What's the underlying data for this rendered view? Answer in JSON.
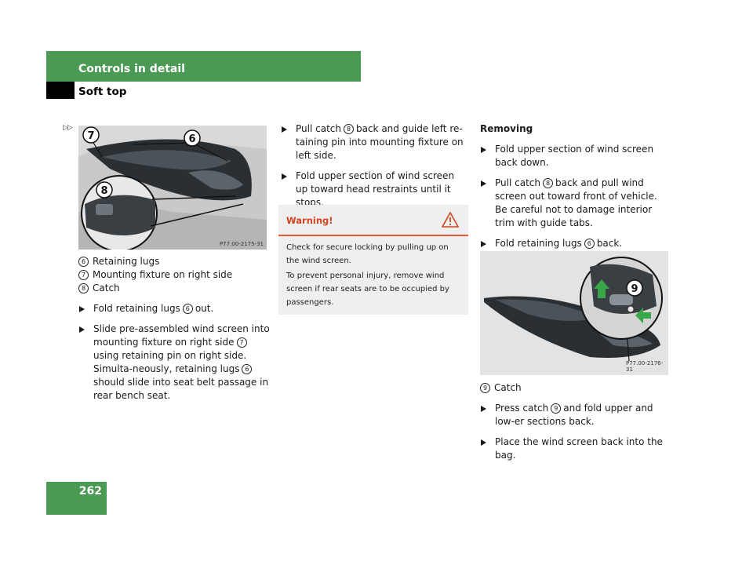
{
  "header": {
    "section": "Controls in detail",
    "subsection": "Soft top"
  },
  "page_number": "262",
  "continued_marker": "▷▷",
  "figure1": {
    "code": "P77.00-2175-31",
    "callouts": [
      "7",
      "6",
      "8"
    ]
  },
  "figure2": {
    "code": "P77.00-2176-31",
    "callouts": [
      "9"
    ]
  },
  "col1": {
    "legend": [
      {
        "num": "6",
        "text": "Retaining lugs"
      },
      {
        "num": "7",
        "text": "Mounting fixture on right side"
      },
      {
        "num": "8",
        "text": "Catch"
      }
    ],
    "step1": {
      "a": "Fold retaining lugs",
      "num": "6",
      "b": "out."
    },
    "step2": {
      "a": "Slide pre-assembled wind screen into mounting fixture on right side",
      "num1": "7",
      "b": "using retaining pin on right side. Simulta-neously, retaining lugs",
      "num2": "6",
      "c": "should slide into seat belt passage in rear bench seat."
    }
  },
  "col2": {
    "step1": {
      "a": "Pull catch",
      "num": "8",
      "b": "back and guide left re-taining pin into mounting fixture on left side."
    },
    "step2": {
      "text": "Fold upper section of wind screen up toward head restraints until it stops."
    },
    "warning": {
      "title": "Warning!",
      "p1": "Check for secure locking by pulling up on the wind screen.",
      "p2": "To prevent personal injury, remove wind screen if rear seats are to be occupied by passengers."
    }
  },
  "col3": {
    "heading": "Removing",
    "step1": {
      "text": "Fold upper section of wind screen back down."
    },
    "step2": {
      "a": "Pull catch",
      "num": "8",
      "b": "back and pull wind screen out toward front of vehicle. Be careful not to damage interior trim with guide tabs."
    },
    "step3": {
      "a": "Fold retaining lugs",
      "num": "6",
      "b": "back."
    },
    "legend": {
      "num": "9",
      "text": "Catch"
    },
    "step4": {
      "a": "Press catch",
      "num": "9",
      "b": "and fold upper and low-er sections back."
    },
    "step5": {
      "text": "Place the wind screen back into the bag."
    }
  },
  "colors": {
    "header_green": "#4a9a54",
    "warning_red": "#d0451f"
  }
}
